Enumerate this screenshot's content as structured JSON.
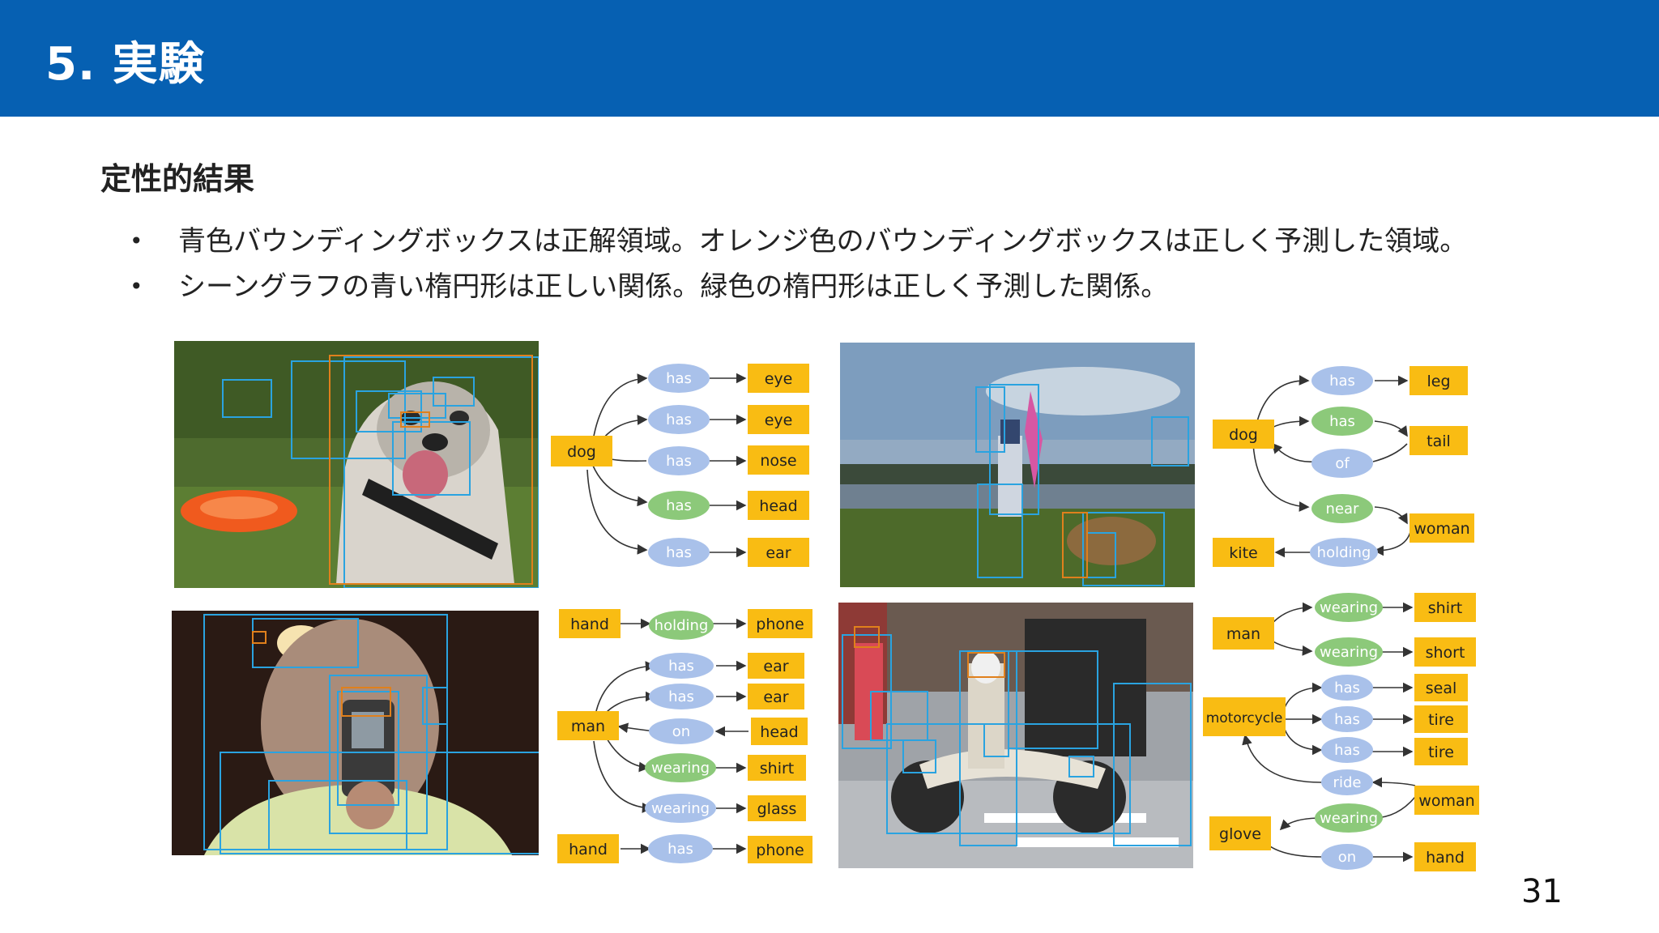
{
  "header": {
    "title": "5. 実験"
  },
  "subtitle": "定性的結果",
  "bullets": [
    "青色バウンディングボックスは正解領域。オレンジ色のバウンディングボックスは正しく予測した領域。",
    "シーングラフの青い楕円形は正しい関係。緑色の楕円形は正しく予測した関係。"
  ],
  "page_number": "31",
  "colors": {
    "header_bg": "#0660b2",
    "object_node": "#f9bc13",
    "relation_correct_blue": "#a9c1ea",
    "relation_predicted_green": "#8cc97a"
  },
  "graphs": {
    "g1": {
      "objects": [
        "dog",
        "eye",
        "eye",
        "nose",
        "head",
        "ear"
      ],
      "relations": [
        "has",
        "has",
        "has",
        "has",
        "has"
      ]
    },
    "g2": {
      "objects": [
        "dog",
        "leg",
        "tail",
        "woman",
        "kite"
      ],
      "relations": [
        "has",
        "has",
        "of",
        "near",
        "holding"
      ]
    },
    "g3": {
      "objects": [
        "hand",
        "phone",
        "man",
        "ear",
        "ear",
        "head",
        "shirt",
        "glass",
        "hand",
        "phone"
      ],
      "relations": [
        "holding",
        "has",
        "has",
        "on",
        "wearing",
        "wearing",
        "has"
      ]
    },
    "g4": {
      "objects": [
        "man",
        "shirt",
        "short",
        "motorcycle",
        "seal",
        "tire",
        "tire",
        "woman",
        "glove",
        "hand"
      ],
      "relations": [
        "wearing",
        "wearing",
        "has",
        "has",
        "has",
        "ride",
        "wearing",
        "on"
      ]
    }
  }
}
